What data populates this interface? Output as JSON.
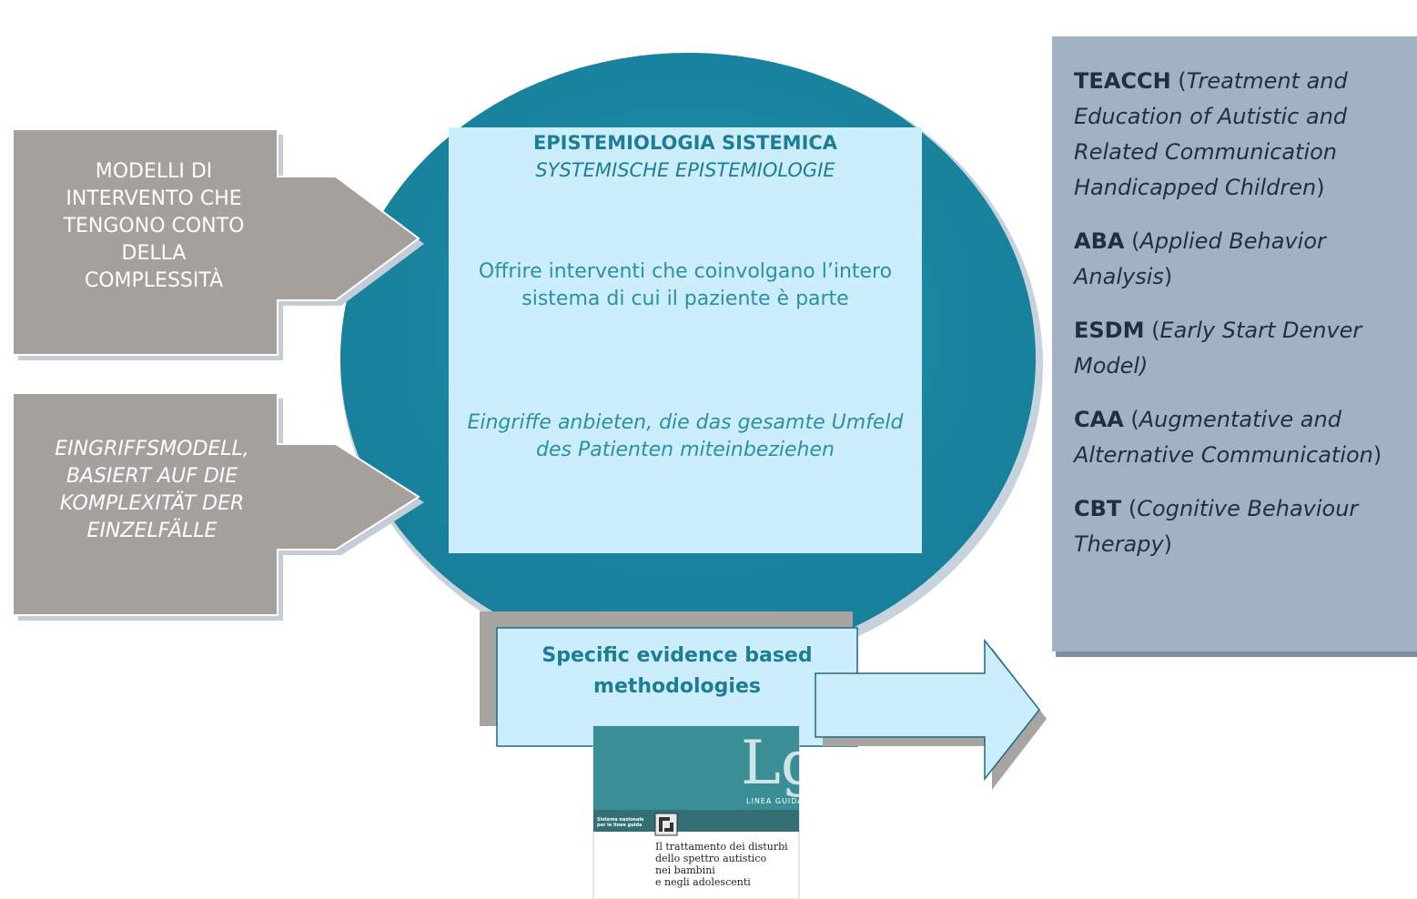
{
  "left_arrows": [
    {
      "lines": [
        "MODELLI DI",
        "INTERVENTO CHE",
        "TENGONO CONTO",
        "DELLA",
        "COMPLESSITÀ"
      ]
    },
    {
      "lines": [
        "EINGRIFFSMODELL,",
        "BASIERT AUF DIE",
        "KOMPLEXITÄT DER",
        "EINZELFÄLLE"
      ]
    }
  ],
  "center": {
    "title": "EPISTEMIOLOGIA SISTEMICA",
    "title_de": "SYSTEMISCHE EPISTEMIOLOGIE",
    "body_it": "Offrire interventi che coinvolgano l’intero sistema di cui il paziente è parte",
    "body_de": "Eingriffe anbieten, die das gesamte Umfeld des Patienten miteinbeziehen"
  },
  "bottom_box": {
    "label": "Specific evidence based methodologies"
  },
  "book": {
    "logo": "Lg",
    "subtitle": "LINEA GUIDA",
    "series": [
      "Sistema nazionale",
      "per le linee guida"
    ],
    "title_lines": [
      "Il trattamento dei disturbi",
      "dello spettro autistico",
      "nei bambini",
      "e negli adolescenti"
    ]
  },
  "methods": [
    {
      "abbr": "TEACCH",
      "open": " (",
      "full": "Treatment and Education of Autistic and Related Communication Handicapped Children",
      "close": ")"
    },
    {
      "abbr": "ABA",
      "open": " (",
      "full": "Applied Behavior Analysis",
      "close": ")"
    },
    {
      "abbr": "ESDM",
      "open": " (",
      "full": "Early Start Denver Model)",
      "close": ""
    },
    {
      "abbr": "CAA",
      "open": " (",
      "full": "Augmentative and Alternative Communication",
      "close": ")"
    },
    {
      "abbr": "CBT",
      "open": " (",
      "full": "Cognitive Behaviour Therapy",
      "close": ")"
    }
  ],
  "colors": {
    "circle": "#1b8ba6",
    "gray_arrow": "#a6a09c",
    "light_box": "#cceefc",
    "right_panel": "#a3b1c4"
  }
}
